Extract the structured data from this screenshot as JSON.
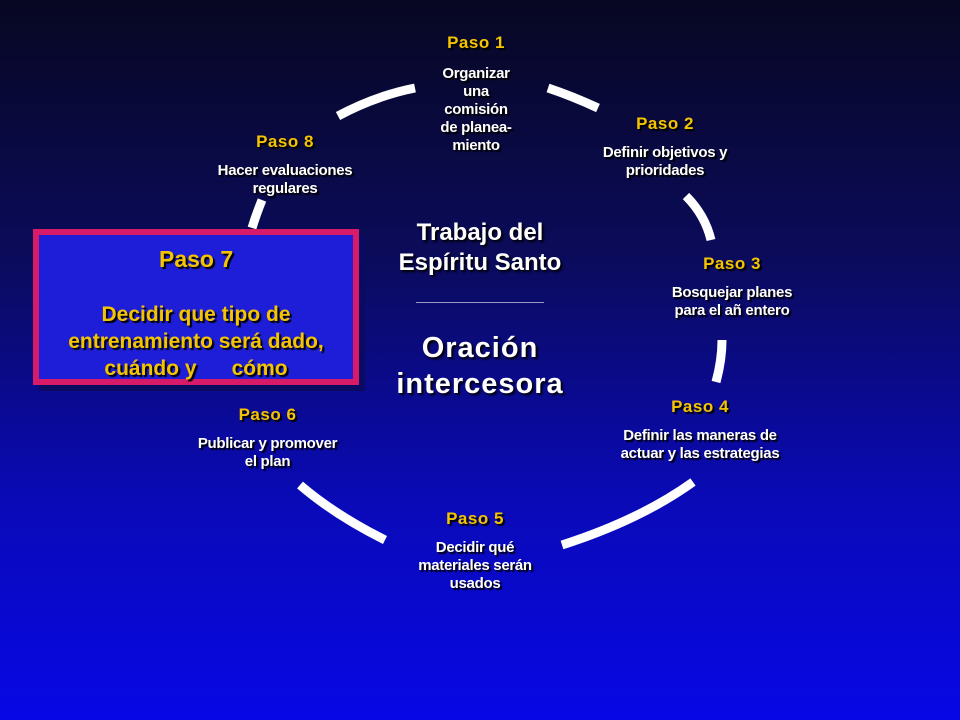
{
  "center": {
    "top_line1": "Trabajo del",
    "top_line2": "Espíritu Santo",
    "bottom_line1": "Oración",
    "bottom_line2": "intercesora"
  },
  "steps": [
    {
      "title": "Paso 1",
      "lines": [
        "Organizar",
        "una",
        "comisión",
        "de planea-",
        "miento"
      ]
    },
    {
      "title": "Paso 2",
      "lines": [
        "Definir objetivos y",
        "prioridades"
      ]
    },
    {
      "title": "Paso 3",
      "lines": [
        "Bosquejar planes",
        "para el añ entero"
      ]
    },
    {
      "title": "Paso 4",
      "lines": [
        "Definir las maneras de",
        "actuar y las estrategias"
      ]
    },
    {
      "title": "Paso 5",
      "lines": [
        "Decidir qué",
        "materiales serán",
        "usados"
      ]
    },
    {
      "title": "Paso 6",
      "lines": [
        "Publicar y promover",
        "el plan"
      ]
    },
    {
      "title": "Paso 7",
      "lines": [
        "Decidir que tipo de",
        "entrenamiento será dado,",
        "cuándo y      cómo"
      ]
    },
    {
      "title": "Paso 8",
      "lines": [
        "Hacer evaluaciones",
        "regulares"
      ]
    }
  ],
  "colors": {
    "step_title": "#f5c400",
    "step_text": "#ffffff",
    "highlight_border": "#d81b69",
    "highlight_fill": "#1e1ed8",
    "cycle_ring": "#ffffff"
  }
}
